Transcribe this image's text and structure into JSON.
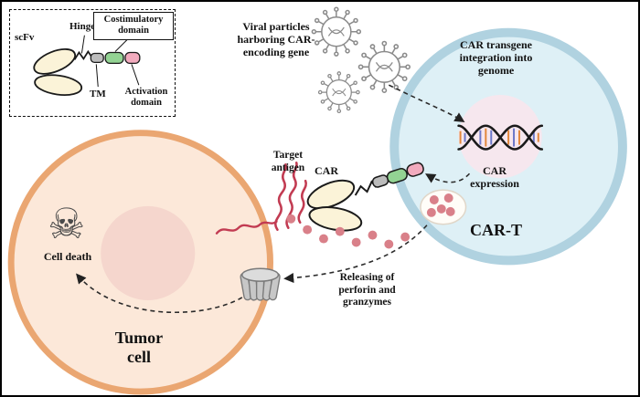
{
  "figure": {
    "legend": {
      "scfv": "scFv",
      "hinge": "Hinge",
      "costimulatory_domain": "Costimulatory domain",
      "tm": "TM",
      "activation_domain": "Activation domain"
    },
    "viral_label": "Viral particles harboring CAR-encoding gene",
    "car_t": {
      "integration": "CAR transgene integration into genome",
      "expression": "CAR expression",
      "car": "CAR",
      "name": "CAR-T"
    },
    "tumor": {
      "target_antigen": "Target antigen",
      "cell_death": "Cell death",
      "name": "Tumor cell",
      "releasing": "Releasing of perforin and granzymes"
    }
  },
  "icons": {
    "skull": "☠"
  },
  "colors": {
    "tumor_fill": "#fce8d9",
    "tumor_border": "#eaa671",
    "nucleus": "#f5d6cd",
    "cart_fill": "#def0f6",
    "cart_border": "#b0d2e0",
    "dna_bg": "#f6e7ee",
    "receptor_body": "#fbf3d8",
    "tm_gray": "#bcbcbc",
    "costim_green": "#93d393",
    "activation_pink": "#f2abbe",
    "antigen_red": "#c23b52",
    "granule_pink": "#d98089",
    "dna_base_orange": "#e2873b",
    "dna_base_blue": "#6a77c9",
    "pore_gray": "#c7c7c7",
    "virus_gray": "#8b8b8b"
  }
}
